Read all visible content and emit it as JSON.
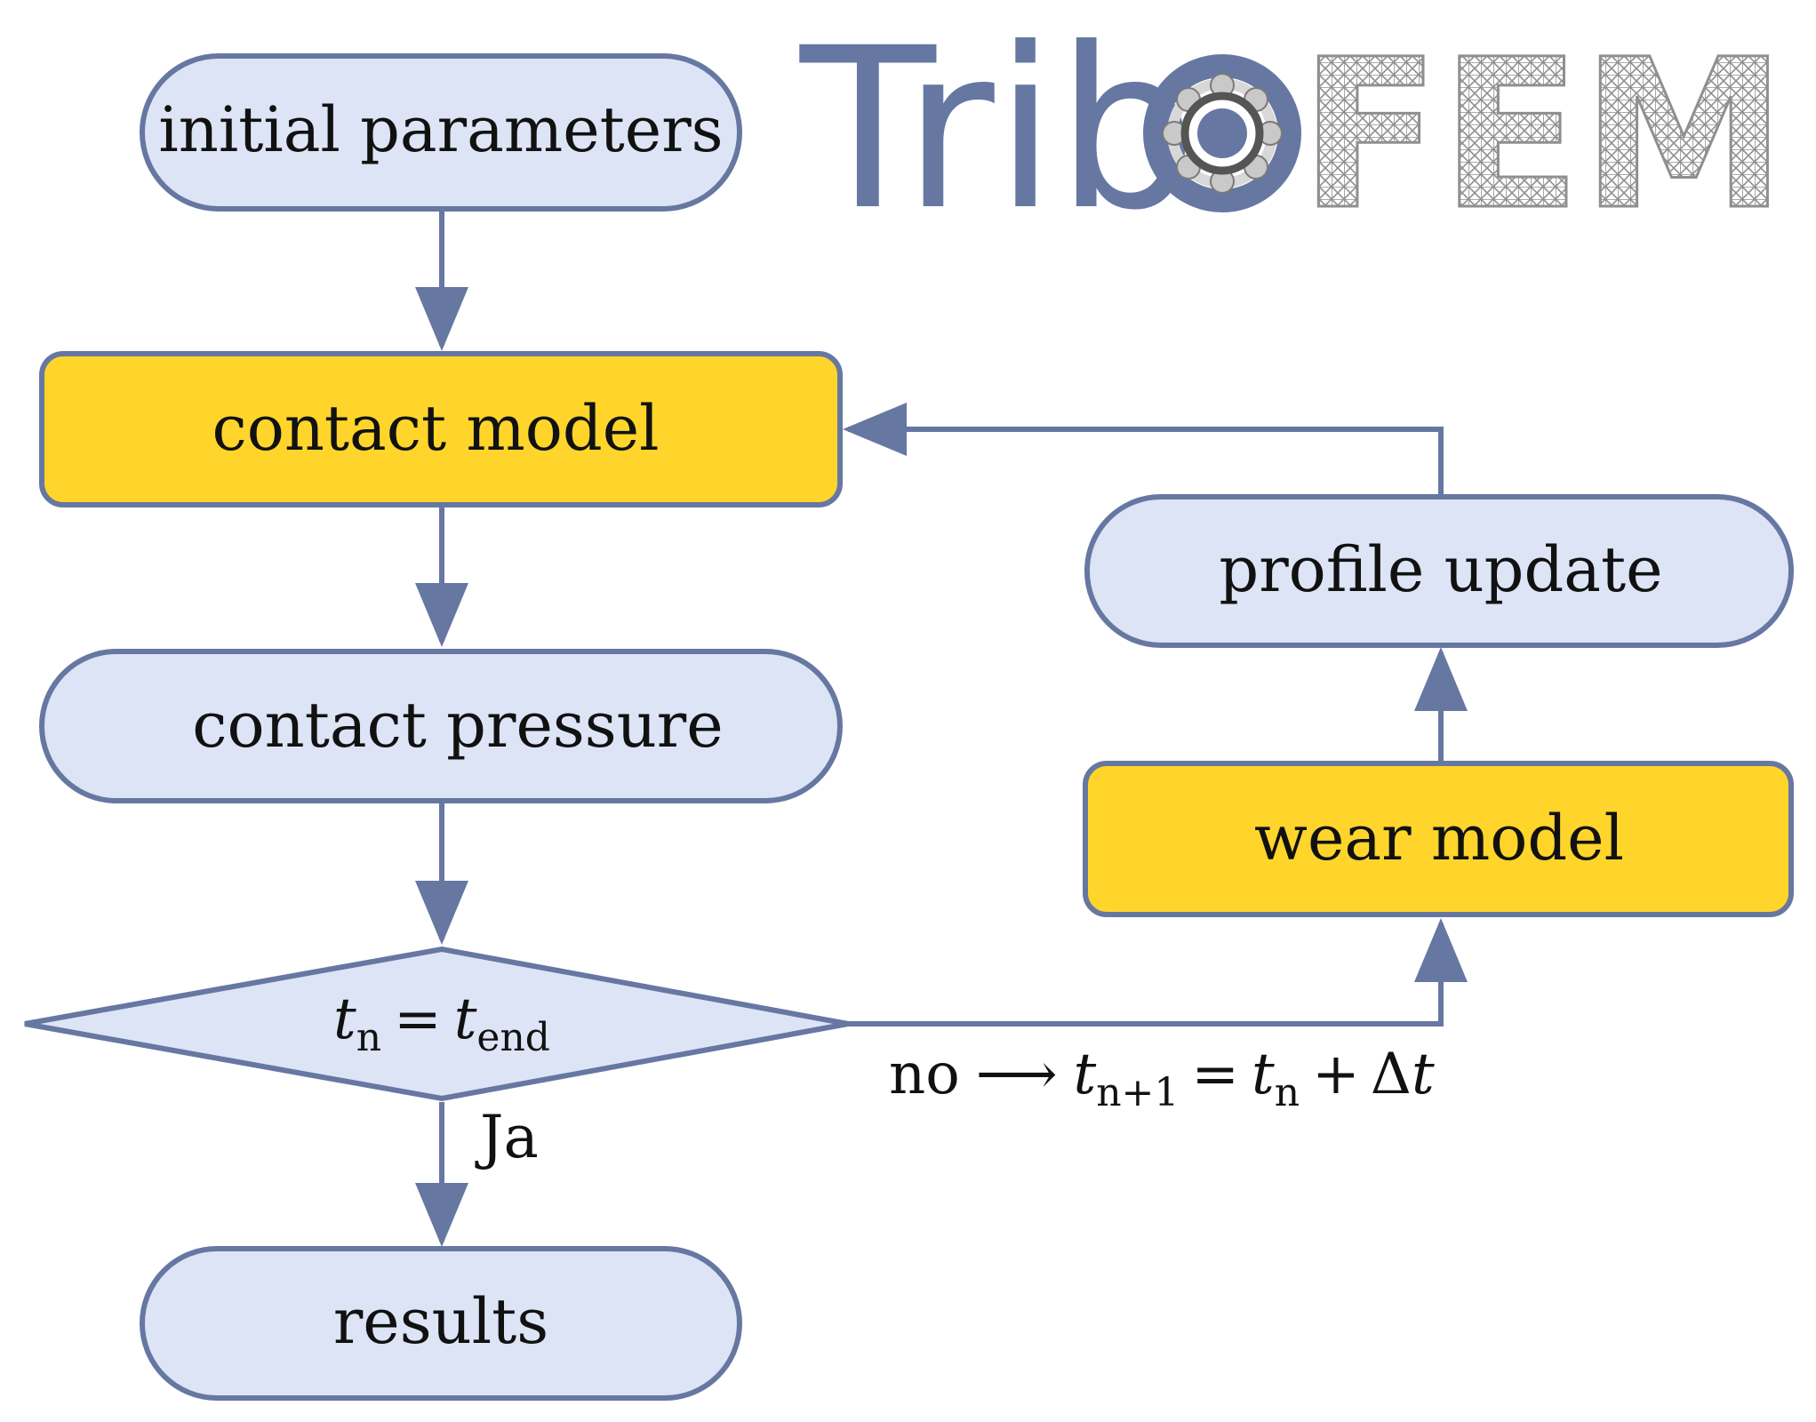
{
  "logo": {
    "text_tribo": "Trib",
    "text_fem": "FEM",
    "primary_color": "#6677a2",
    "mesh_color": "#8f8f8f"
  },
  "nodes": {
    "initial_parameters": "initial parameters",
    "contact_model": "contact model",
    "contact_pressure": "contact pressure",
    "profile_update": "profile update",
    "wear_model": "wear model",
    "results": "results"
  },
  "decision": {
    "t": "t",
    "n": "n",
    "eq": "=",
    "end": "end"
  },
  "edges": {
    "yes_label": "Ja",
    "no_word": "no",
    "arrow": "⟶",
    "np1": "n+1",
    "plus": "+",
    "delta": "Δ"
  },
  "colors": {
    "process_fill": "#ffd52b",
    "terminal_fill": "#dde4f5",
    "stroke": "#6677a2"
  }
}
